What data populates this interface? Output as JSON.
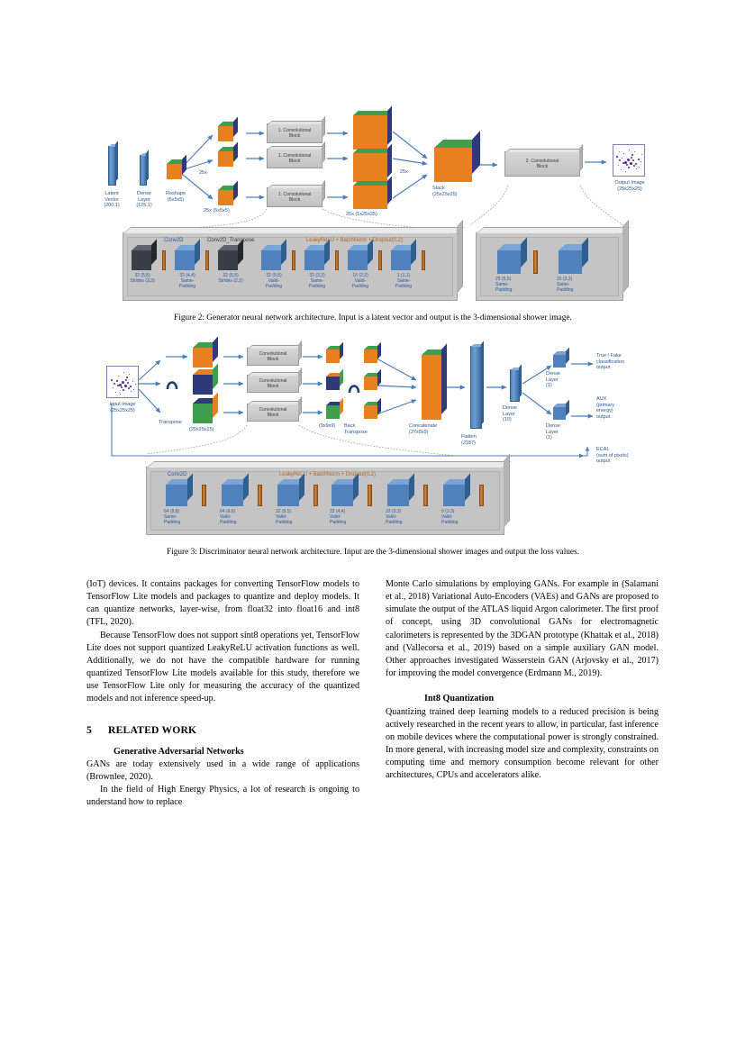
{
  "figure2": {
    "caption": "Figure 2: Generator neural network architecture. Input is a latent vector and output is the 3-dimensional shower image.",
    "nodes": {
      "latent_vector": "Latent\nVector\n(200,1)",
      "dense_layer": "Dense\nLayer\n(125,1)",
      "reshape": "Reshape\n(5x5x5)",
      "branch_repeat": "25x",
      "branch_shape": "25x (5x5x5)",
      "conv_block_1": "1. Convolutional\nBlock",
      "mid_repeat": "25x",
      "mid_shape": "25x (1x25x25)",
      "stack": "Stack\n(25x25x25)",
      "conv_block_2": "2. Convolutional\nBlock",
      "output_image": "Output Image\n(25x25x25)"
    },
    "detail_left": {
      "legend_conv2d": "Conv2D",
      "legend_transpose": "Conv2D_Transpose",
      "legend_activation": "LeakyReLU + BatchNorm + Dropout(0.2)",
      "layers": [
        "32 (5,5)\nStrides (3,3)",
        "32 (4,4)\nSame-\nPadding",
        "32 (5,5)\nStrides (2,2)",
        "32 (5,5)\nValid-\nPadding",
        "32 (3,3)\nSame-\nPadding",
        "16 (2,2)\nValid-\nPadding",
        "1 (1,1)\nSame-\nPadding"
      ]
    },
    "detail_right": {
      "layers": [
        "25 (5,5)\nSame-\nPadding",
        "25 (3,3)\nSame-\nPadding"
      ]
    }
  },
  "figure3": {
    "caption": "Figure 3: Discriminator neural network architecture. Input are the 3-dimensional shower images and output the loss values.",
    "nodes": {
      "input_image": "Input Image\n(25x25x25)",
      "transpose": "Transpose",
      "cube_shape": "(25x25x25)",
      "conv_block": "Convolutional\nBlock",
      "post_conv_shape": "(9x9x9)",
      "back_transpose": "Back\nTranspose",
      "concatenate": "Concatenate\n(27x9x9)",
      "flatten": "Flatten\n(2187)",
      "dense_10": "Dense\nLayer\n(10)",
      "dense_1_a": "Dense\nLayer\n(1)",
      "dense_1_b": "Dense\nLayer\n(1)",
      "out_true_fake": "True / Fake\nclassification\noutput",
      "out_aux": "AUX\n(primary\nenergy)\noutput",
      "out_ecal": "ECAL\n(sum of pixels)\noutput"
    },
    "detail": {
      "legend_conv2d": "Conv2D",
      "legend_activation": "LeakyReLU + BatchNorm + Dropout(0.2)",
      "layers": [
        "64 (8,8)\nSame-\nPadding",
        "64 (6,6)\nValid-\nPadding",
        "32 (5,5)\nValid-\nPadding",
        "32 (4,4)\nValid-\nPadding",
        "32 (3,3)\nValid-\nPadding",
        "9 (3,3)\nValid-\nPadding"
      ]
    }
  },
  "body": {
    "left": {
      "para1": "(IoT) devices. It contains packages for converting TensorFlow models to TensorFlow Lite models and packages to quantize and deploy models. It can quantize networks, layer-wise, from float32 into float16 and int8 (TFL, 2020).",
      "para2": "Because TensorFlow does not support sint8 operations yet, TensorFlow Lite does not support quantized LeakyReLU activation functions as well. Additionally, we do not have the compatible hardware for running quantized TensorFlow Lite models available for this study, therefore we use TensorFlow Lite only for measuring the accuracy of the quantized models and not inference speed-up.",
      "section_number": "5",
      "section_title": "RELATED WORK",
      "subhead1": "Generative Adversarial Networks",
      "para3": "GANs are today extensively used in a wide range of applications (Brownlee, 2020).",
      "para4": "In the field of High Energy Physics, a lot of research is ongoing to understand how to replace"
    },
    "right": {
      "para1": "Monte Carlo simulations by employing GANs. For example in (Salamani et al., 2018) Variational Auto-Encoders (VAEs) and GANs are proposed to simulate the output of the ATLAS liquid Argon calorimeter. The first proof of concept, using 3D convolutional GANs for electromagnetic calorimeters is represented by the 3DGAN prototype (Khattak et al., 2018) and (Vallecorsa et al., 2019) based on a simple auxiliary GAN model. Other approaches investigated Wasserstein GAN (Arjovsky et al., 2017) for improving the model convergence (Erdmann M., 2019).",
      "subhead1": "Int8 Quantization",
      "para2": "Quantizing trained deep learning models to a reduced precision is being actively researched in the recent years to allow, in particular, fast inference on mobile devices where the computational power is strongly constrained. In more general, with increasing model size and complexity, constraints on computing time and memory consumption become relevant for other architectures, CPUs and accelerators alike."
    }
  },
  "colors": {
    "accent_blue": "#2b5797",
    "cube_orange": "#e8801f",
    "cube_green": "#3d9e4b",
    "cube_navy": "#2e3a7a",
    "bar_blue": "#4f81bd",
    "slab_grey": "#c8c8c8",
    "activation_orange": "#b5651d"
  }
}
